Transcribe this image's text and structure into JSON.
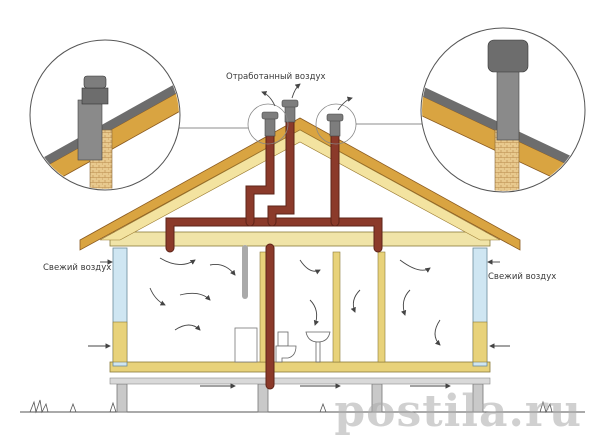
{
  "labels": {
    "exhaust_air": "Отработанный воздух",
    "fresh_air_left": "Свежий воздух",
    "fresh_air_right": "Свежий воздух"
  },
  "watermark": "postila.ru",
  "colors": {
    "duct": "#8b3a2a",
    "duct_dark": "#5e2418",
    "timber": "#e8d27a",
    "roof_board": "#d9a441",
    "glass": "#cfe6f2",
    "arrow": "#444444",
    "pipe_grey": "#7d7d7d"
  },
  "icons": [
    "ventilation-deflector-icon",
    "toilet-icon",
    "sink-icon",
    "grass-icon"
  ]
}
